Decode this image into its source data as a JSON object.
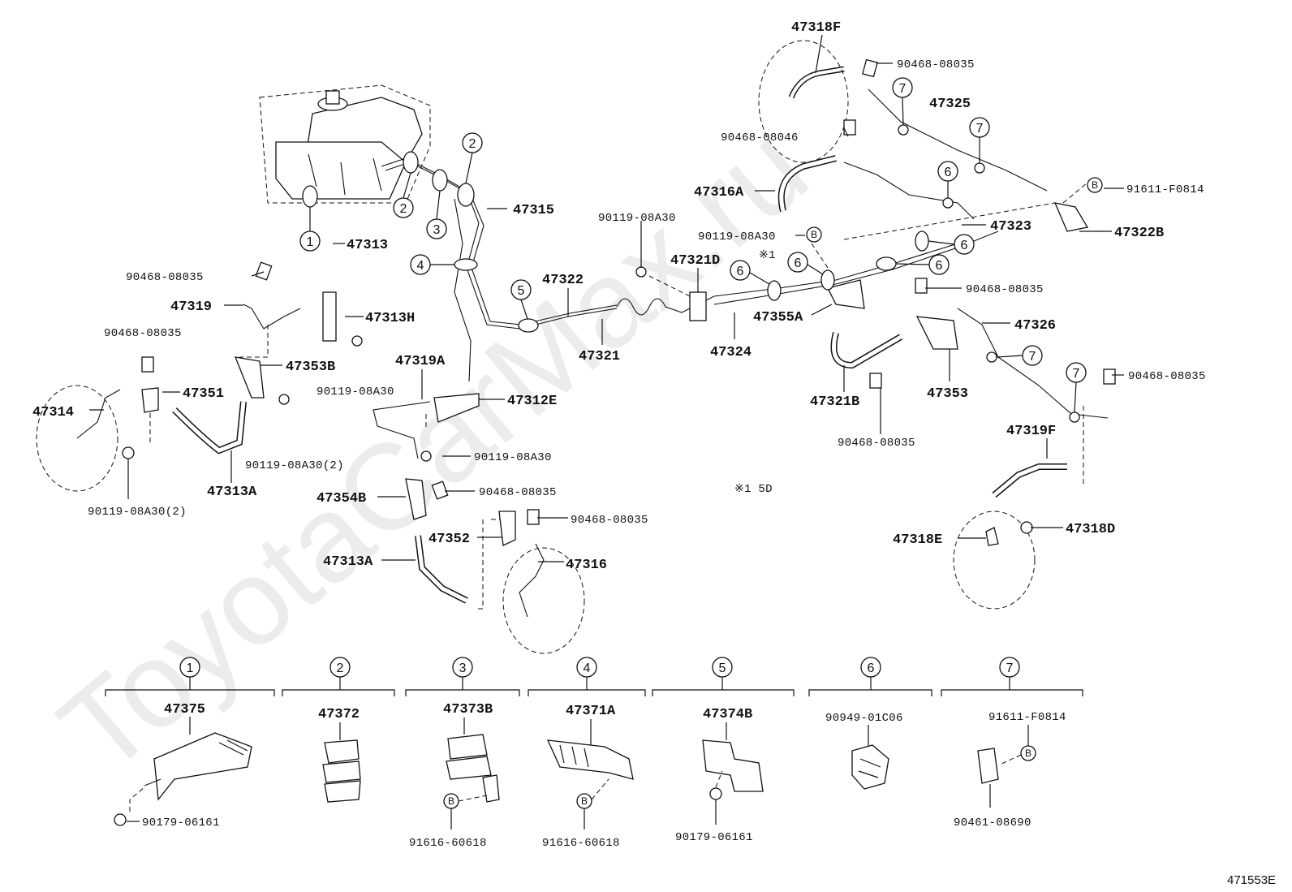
{
  "diagram": {
    "watermark": "ToyotaCarMax.ru",
    "diagram_id": "471553E",
    "note": "※1 5D",
    "note_marker": "※1",
    "callouts": {
      "c47318F": "47318F",
      "c90468_08035_a": "90468-08035",
      "c47325": "47325",
      "c90468_08046": "90468-08046",
      "c91611_F0814": "91611-F0814",
      "c47316A": "47316A",
      "c47323": "47323",
      "c90119_08A30_a": "90119-08A30",
      "c90119_08A30_b": "90119-08A30",
      "c47322B": "47322B",
      "c47321D": "47321D",
      "c47315": "47315",
      "c47313": "47313",
      "c47322": "47322",
      "c90468_08035_b": "90468-08035",
      "c90468_08035_c": "90468-08035",
      "c47319": "47319",
      "c47313H": "47313H",
      "c47355A": "47355A",
      "c47326": "47326",
      "c90468_08035_d": "90468-08035",
      "c47321": "47321",
      "c47324": "47324",
      "c47353B": "47353B",
      "c47319A": "47319A",
      "c90119_08A30_c": "90119-08A30",
      "c47353": "47353",
      "c90468_08035_e": "90468-08035",
      "c47314": "47314",
      "c47351": "47351",
      "c47312E": "47312E",
      "c47321B": "47321B",
      "c47319F": "47319F",
      "c90468_08035_f": "90468-08035",
      "c90119_08A30_d": "90119-08A30",
      "c90119_08A30_2a": "90119-08A30(2)",
      "c47313A_a": "47313A",
      "c90119_08A30_2b": "90119-08A30(2)",
      "c47354B": "47354B",
      "c90468_08035_g": "90468-08035",
      "c90468_08035_h": "90468-08035",
      "c47352": "47352",
      "c47318E": "47318E",
      "c47318D": "47318D",
      "c47313A_b": "47313A",
      "c47316": "47316"
    },
    "groups": [
      {
        "num": "1",
        "part": "47375",
        "sub": "90179-06161"
      },
      {
        "num": "2",
        "part": "47372",
        "sub": ""
      },
      {
        "num": "3",
        "part": "47373B",
        "sub": "91616-60618"
      },
      {
        "num": "4",
        "part": "47371A",
        "sub": "91616-60618"
      },
      {
        "num": "5",
        "part": "47374B",
        "sub": "90179-06161"
      },
      {
        "num": "6",
        "part": "90949-01C06",
        "sub": ""
      },
      {
        "num": "7",
        "part": "91611-F0814",
        "sub": "90461-08690"
      }
    ],
    "b_marker": "B"
  }
}
